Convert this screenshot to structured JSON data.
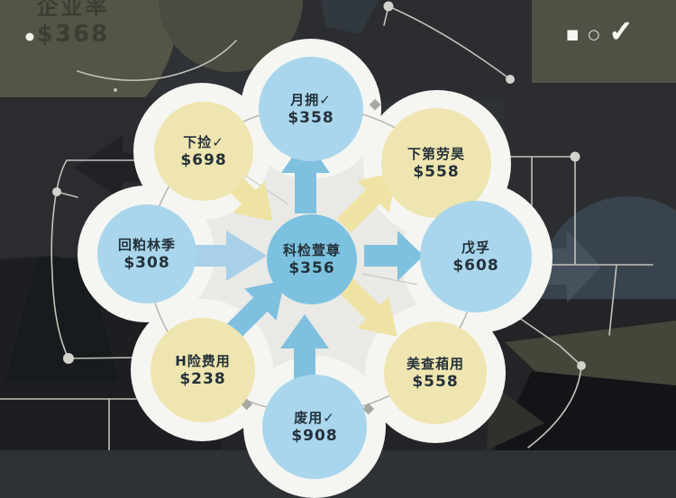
{
  "diagram": {
    "center": {
      "label": "科检萱尊",
      "value": "$356"
    },
    "nodes": [
      {
        "position": "top",
        "label": "月拥✓",
        "value": "$358",
        "color": "blue"
      },
      {
        "position": "top-left",
        "label": "下捡✓",
        "value": "$698",
        "color": "yellow"
      },
      {
        "position": "top-right",
        "label": "下第劳昊",
        "value": "$558",
        "color": "yellow"
      },
      {
        "position": "left",
        "label": "回粕林季",
        "value": "$308",
        "color": "blue"
      },
      {
        "position": "right",
        "label": "戊孚",
        "value": "$608",
        "color": "blue"
      },
      {
        "position": "bottom-left",
        "label": "H险费用",
        "value": "$238",
        "color": "yellow"
      },
      {
        "position": "bottom-right",
        "label": "美查葙用",
        "value": "$558",
        "color": "yellow"
      },
      {
        "position": "bottom",
        "label": "废用✓",
        "value": "$908",
        "color": "blue"
      }
    ]
  },
  "background_ghost": {
    "label": "企业率",
    "value": "$368"
  },
  "corner_icons": {
    "square_glyph": "■",
    "circle_glyph": "○",
    "check_glyph": "✓"
  },
  "colors": {
    "background_dark": "#2e3135",
    "background_olive": "#545547",
    "node_blue": "#a9d6ec",
    "node_yellow": "#efe5b0",
    "center_blue": "#7cc2e0",
    "arrow_blue": "#7fc0df",
    "arrow_blue_light": "#a8d0e8",
    "arrow_yellow": "#efe3a4",
    "blob_white": "#f5f6f2",
    "blob_gray": "#e9eae6",
    "connector_gray": "#c2c2bb",
    "text_dark": "#24313a",
    "icon_white": "#f7f7f1"
  }
}
